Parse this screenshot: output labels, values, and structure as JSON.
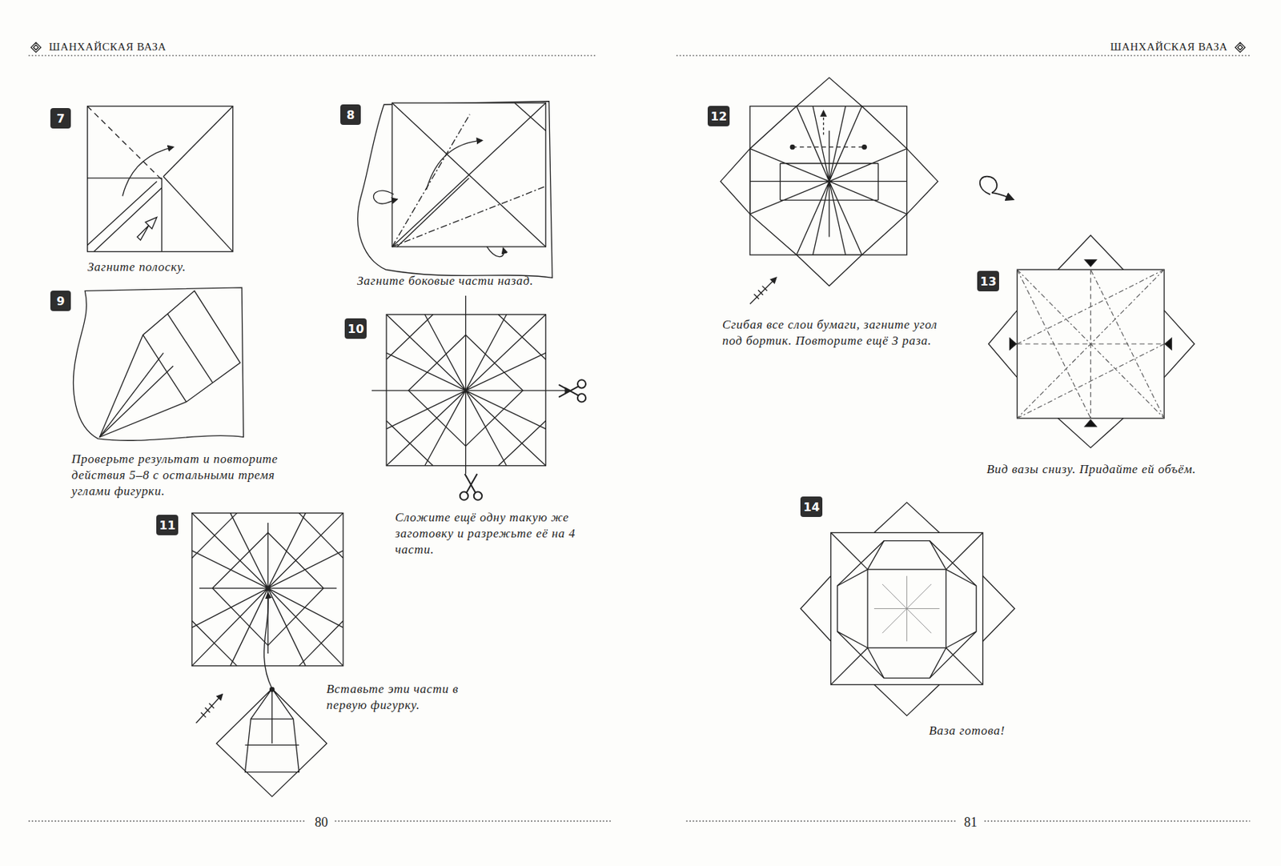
{
  "diagram": {
    "nodes": [
      {
        "text": [
          "7"
        ]
      },
      {
        "text": [
          "8"
        ]
      },
      {
        "text": [
          "9"
        ]
      },
      {
        "text": [
          "10"
        ]
      },
      {
        "text": [
          "11"
        ]
      },
      {
        "text": [
          "12"
        ]
      },
      {
        "text": [
          "13"
        ]
      },
      {
        "text": [
          "14"
        ]
      }
    ],
    "labels": [
      "ШАНХАЙСКАЯ ВАЗА",
      "Загните полоску.",
      "Загните боковые части назад.",
      "Проверьте результат и повторите действия 5–8 с остальными тремя углами фигурки.",
      "Сложите ещё одну такую же заготовку и разрежьте её на 4 части.",
      "Вставьте эти части в первую фигурку.",
      "80",
      "ШАНХАЙСКАЯ ВАЗА",
      "Сгибая все слои бумаги, загните угол под бортик. Повторите ещё 3 раза.",
      "Вид вазы снизу. Придайте ей объём.",
      "Ваза готова!",
      "81"
    ]
  }
}
